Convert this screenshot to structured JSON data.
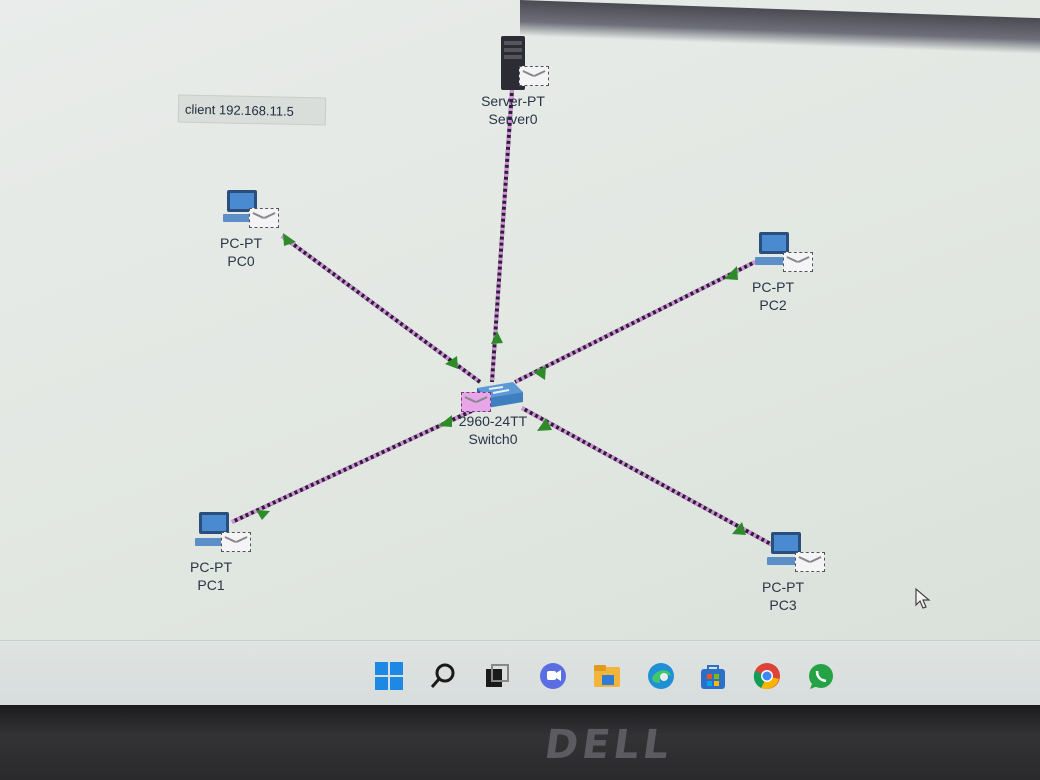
{
  "canvas": {
    "note_text": "client 192.168.11.5"
  },
  "devices": [
    {
      "id": "server0",
      "model": "Server-PT",
      "name": "Server0",
      "icon": "server-icon"
    },
    {
      "id": "pc0",
      "model": "PC-PT",
      "name": "PC0",
      "icon": "pc-icon"
    },
    {
      "id": "pc1",
      "model": "PC-PT",
      "name": "PC1",
      "icon": "pc-icon"
    },
    {
      "id": "pc2",
      "model": "PC-PT",
      "name": "PC2",
      "icon": "pc-icon"
    },
    {
      "id": "pc3",
      "model": "PC-PT",
      "name": "PC3",
      "icon": "pc-icon"
    },
    {
      "id": "switch0",
      "model": "2960-24TT",
      "name": "Switch0",
      "icon": "switch-icon"
    }
  ],
  "links": [
    {
      "from": "server0",
      "to": "switch0"
    },
    {
      "from": "pc0",
      "to": "switch0"
    },
    {
      "from": "pc1",
      "to": "switch0"
    },
    {
      "from": "pc2",
      "to": "switch0"
    },
    {
      "from": "pc3",
      "to": "switch0"
    }
  ],
  "colors": {
    "link": "#2b2133",
    "link_dash": "#d58ee0",
    "link_indicator": "#2f8a2a",
    "device_blue": "#3f7fc0",
    "label_text": "#2a3447"
  },
  "taskbar": {
    "icons": [
      {
        "name": "windows-start-icon"
      },
      {
        "name": "search-icon"
      },
      {
        "name": "task-view-icon"
      },
      {
        "name": "chat-icon"
      },
      {
        "name": "file-explorer-icon"
      },
      {
        "name": "edge-icon"
      },
      {
        "name": "store-icon"
      },
      {
        "name": "chrome-icon"
      },
      {
        "name": "whatsapp-icon"
      }
    ]
  },
  "bezel": {
    "brand": "DELL"
  }
}
